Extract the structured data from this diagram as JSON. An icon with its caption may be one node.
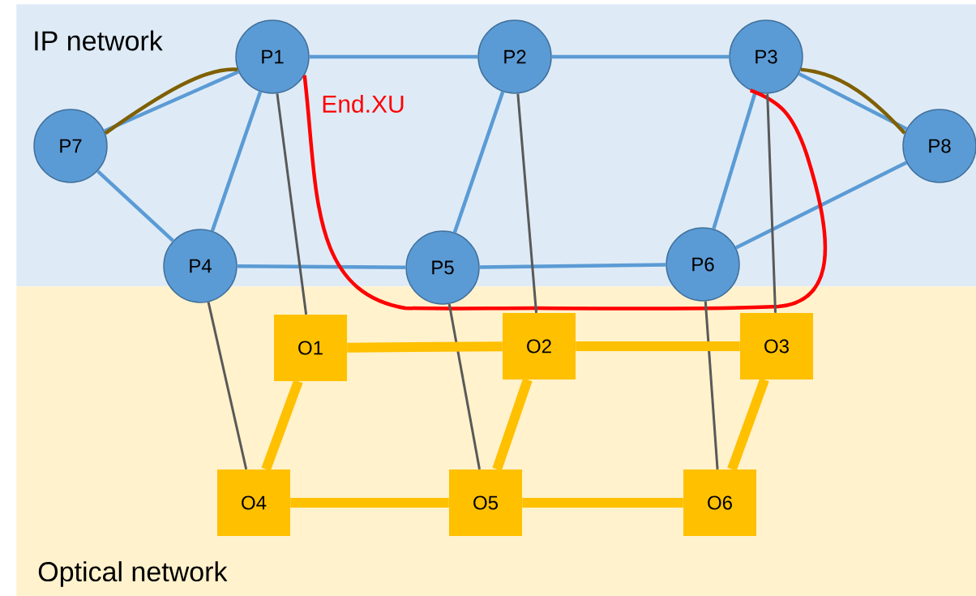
{
  "diagram": {
    "nodes": [
      {
        "text": [
          "IP network"
        ]
      },
      {
        "text": [
          "Optical network"
        ]
      },
      {
        "text": [
          "P1"
        ],
        "in": 0
      },
      {
        "text": [
          "P2"
        ],
        "in": 0
      },
      {
        "text": [
          "P3"
        ],
        "in": 0
      },
      {
        "text": [
          "P4"
        ]
      },
      {
        "text": [
          "P5"
        ]
      },
      {
        "text": [
          "P6"
        ]
      },
      {
        "text": [
          "P7"
        ],
        "in": 0
      },
      {
        "text": [
          "P8"
        ],
        "in": 0
      },
      {
        "text": [
          "O1"
        ],
        "in": 1
      },
      {
        "text": [
          "O2"
        ],
        "in": 1
      },
      {
        "text": [
          "O3"
        ],
        "in": 1
      },
      {
        "text": [
          "O4"
        ],
        "in": 1
      },
      {
        "text": [
          "O5"
        ],
        "in": 1
      },
      {
        "text": [
          "O6"
        ],
        "in": 1
      }
    ],
    "edges": [
      {
        "from": 2,
        "to": 3,
        "arrow": "none"
      },
      {
        "from": 3,
        "to": 4,
        "arrow": "none"
      },
      {
        "from": 8,
        "to": 2,
        "arrow": "none"
      },
      {
        "from": 2,
        "to": 5,
        "arrow": "none"
      },
      {
        "from": 8,
        "to": 5,
        "arrow": "none"
      },
      {
        "from": 3,
        "to": 6,
        "arrow": "none"
      },
      {
        "from": 4,
        "to": 7,
        "arrow": "none"
      },
      {
        "from": 4,
        "to": 9,
        "arrow": "none"
      },
      {
        "from": 5,
        "to": 6,
        "arrow": "none"
      },
      {
        "from": 6,
        "to": 7,
        "arrow": "none"
      },
      {
        "from": 7,
        "to": 9,
        "arrow": "none"
      },
      {
        "from": 8,
        "to": 2,
        "arrow": "none",
        "color": "#7f6000"
      },
      {
        "from": 4,
        "to": 9,
        "arrow": "none",
        "color": "#7f6000"
      },
      {
        "from": 2,
        "to": 4,
        "arrow": "none",
        "label": "End.XU",
        "color": "#ff0000"
      },
      {
        "from": 2,
        "to": 10,
        "arrow": "none",
        "color": "#595959"
      },
      {
        "from": 3,
        "to": 11,
        "arrow": "none",
        "color": "#595959"
      },
      {
        "from": 4,
        "to": 12,
        "arrow": "none",
        "color": "#595959"
      },
      {
        "from": 5,
        "to": 13,
        "arrow": "none",
        "color": "#595959"
      },
      {
        "from": 6,
        "to": 14,
        "arrow": "none",
        "color": "#595959"
      },
      {
        "from": 7,
        "to": 15,
        "arrow": "none",
        "color": "#595959"
      },
      {
        "from": 10,
        "to": 11,
        "arrow": "none",
        "style": "thick",
        "color": "#ffc000"
      },
      {
        "from": 11,
        "to": 12,
        "arrow": "none",
        "style": "thick",
        "color": "#ffc000"
      },
      {
        "from": 10,
        "to": 13,
        "arrow": "none",
        "style": "thick",
        "color": "#ffc000"
      },
      {
        "from": 11,
        "to": 14,
        "arrow": "none",
        "style": "thick",
        "color": "#ffc000"
      },
      {
        "from": 12,
        "to": 15,
        "arrow": "none",
        "style": "thick",
        "color": "#ffc000"
      },
      {
        "from": 13,
        "to": 14,
        "arrow": "none",
        "style": "thick",
        "color": "#ffc000"
      },
      {
        "from": 14,
        "to": 15,
        "arrow": "none",
        "style": "thick",
        "color": "#ffc000"
      }
    ]
  }
}
